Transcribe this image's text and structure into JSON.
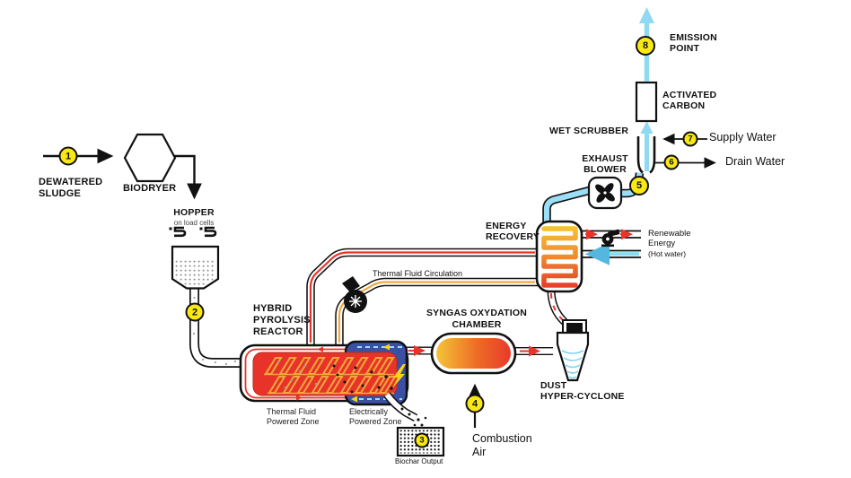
{
  "steps": [
    "1",
    "2",
    "3",
    "4",
    "5",
    "6",
    "7",
    "8"
  ],
  "labels": {
    "dewatered_sludge": "DEWATERED\nSLUDGE",
    "biodryer": "BIODRYER",
    "hopper": "HOPPER",
    "hopper_note": "on load cells",
    "reactor": "HYBRID\nPYROLYSIS\nREACTOR",
    "thermal_zone": "Thermal Fluid\nPowered Zone",
    "electric_zone": "Electrically\nPowered Zone",
    "biochar_output": "Biochar Output",
    "syngas_chamber": "SYNGAS OXYDATION\nCHAMBER",
    "combustion_air": "Combustion\nAir",
    "dust_cyclone": "DUST\nHYPER-CYCLONE",
    "energy_recovery": "ENERGY\nRECOVERY",
    "thermal_circulation": "Thermal Fluid Circulation",
    "renewable_energy": "Renewable\nEnergy",
    "renewable_note": "(Hot water)",
    "wet_scrubber": "WET SCRUBBER",
    "exhaust_blower": "EXHAUST\nBLOWER",
    "activated_carbon": "ACTIVATED\nCARBON",
    "emission_point": "EMISSION\nPOINT",
    "supply_water": "Supply Water",
    "drain_water": "Drain Water"
  },
  "colors": {
    "step_marker_yellow": "#F9E814",
    "pipe_red": "#E8342A",
    "pipe_orange": "#F2A93B",
    "pipe_cyan": "#8FD9F3",
    "electric_blue": "#3B50A3",
    "heat_gradient_top": "#F5C033",
    "heat_gradient_bottom": "#E8402A"
  }
}
